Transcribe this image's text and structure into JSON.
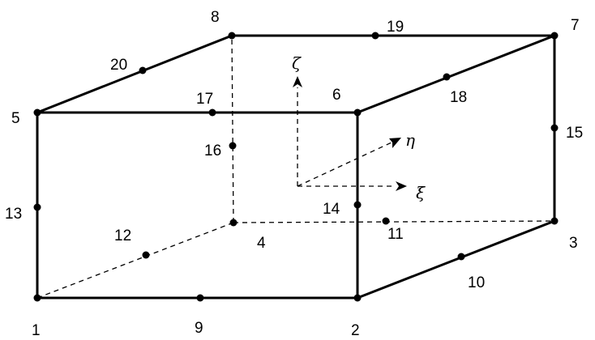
{
  "node_labels": {
    "n1": "1",
    "n2": "2",
    "n3": "3",
    "n4": "4",
    "n5": "5",
    "n6": "6",
    "n7": "7",
    "n8": "8",
    "n9": "9",
    "n10": "10",
    "n11": "11",
    "n12": "12",
    "n13": "13",
    "n14": "14",
    "n15": "15",
    "n16": "16",
    "n17": "17",
    "n18": "18",
    "n19": "19",
    "n20": "20"
  },
  "axis_labels": {
    "zeta": "ζ",
    "eta": "η",
    "xi": "ξ"
  }
}
